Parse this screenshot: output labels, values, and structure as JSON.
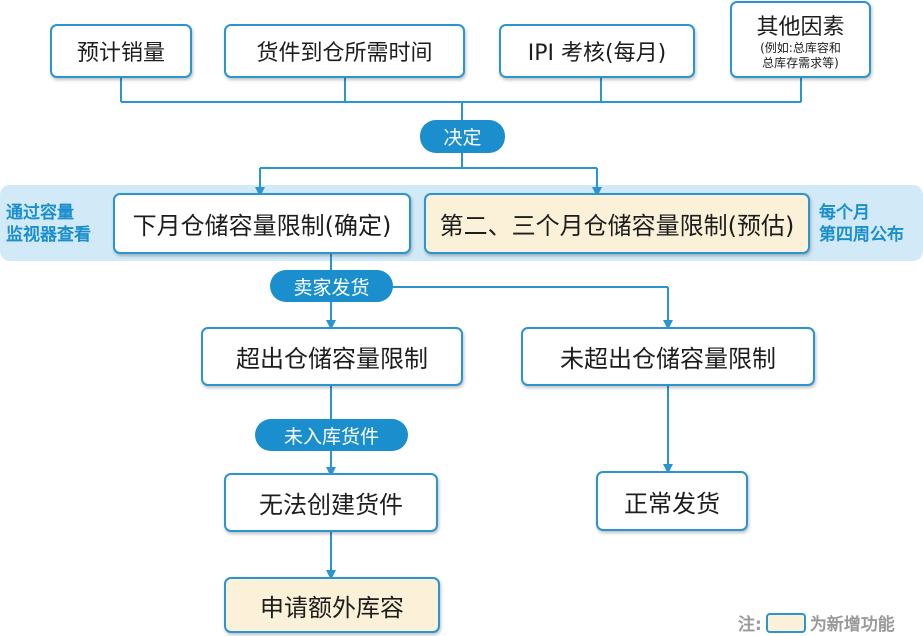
{
  "inputs": {
    "sales_forecast": "预计销量",
    "shipping_time": "货件到仓所需时间",
    "ipi": "IPI 考核(每月)",
    "other_title": "其他因素",
    "other_sub1": "(例如:总库容和",
    "other_sub2": "总库存需求等)"
  },
  "decide_label": "决定",
  "side_left": [
    "通过容量",
    "监视器查看"
  ],
  "side_right": [
    "每个月",
    "第四周公布"
  ],
  "next_month_limit": "下月仓储容量限制(确定)",
  "month23_limit": "第二、三个月仓储容量限制(预估)",
  "seller_ship_label": "卖家发货",
  "exceeds": "超出仓储容量限制",
  "not_exceeds": "未超出仓储容量限制",
  "not_inbound_label": "未入库货件",
  "cannot_create": "无法创建货件",
  "normal_ship": "正常发货",
  "apply_extra": "申请额外库容",
  "note": {
    "prefix": "注:",
    "suffix": "为新增功能"
  },
  "colors": {
    "accent": "#1b8fcd",
    "border": "#2b95cf",
    "band": "#d2eaf8",
    "new_feature_fill": "#fbf1d8"
  }
}
